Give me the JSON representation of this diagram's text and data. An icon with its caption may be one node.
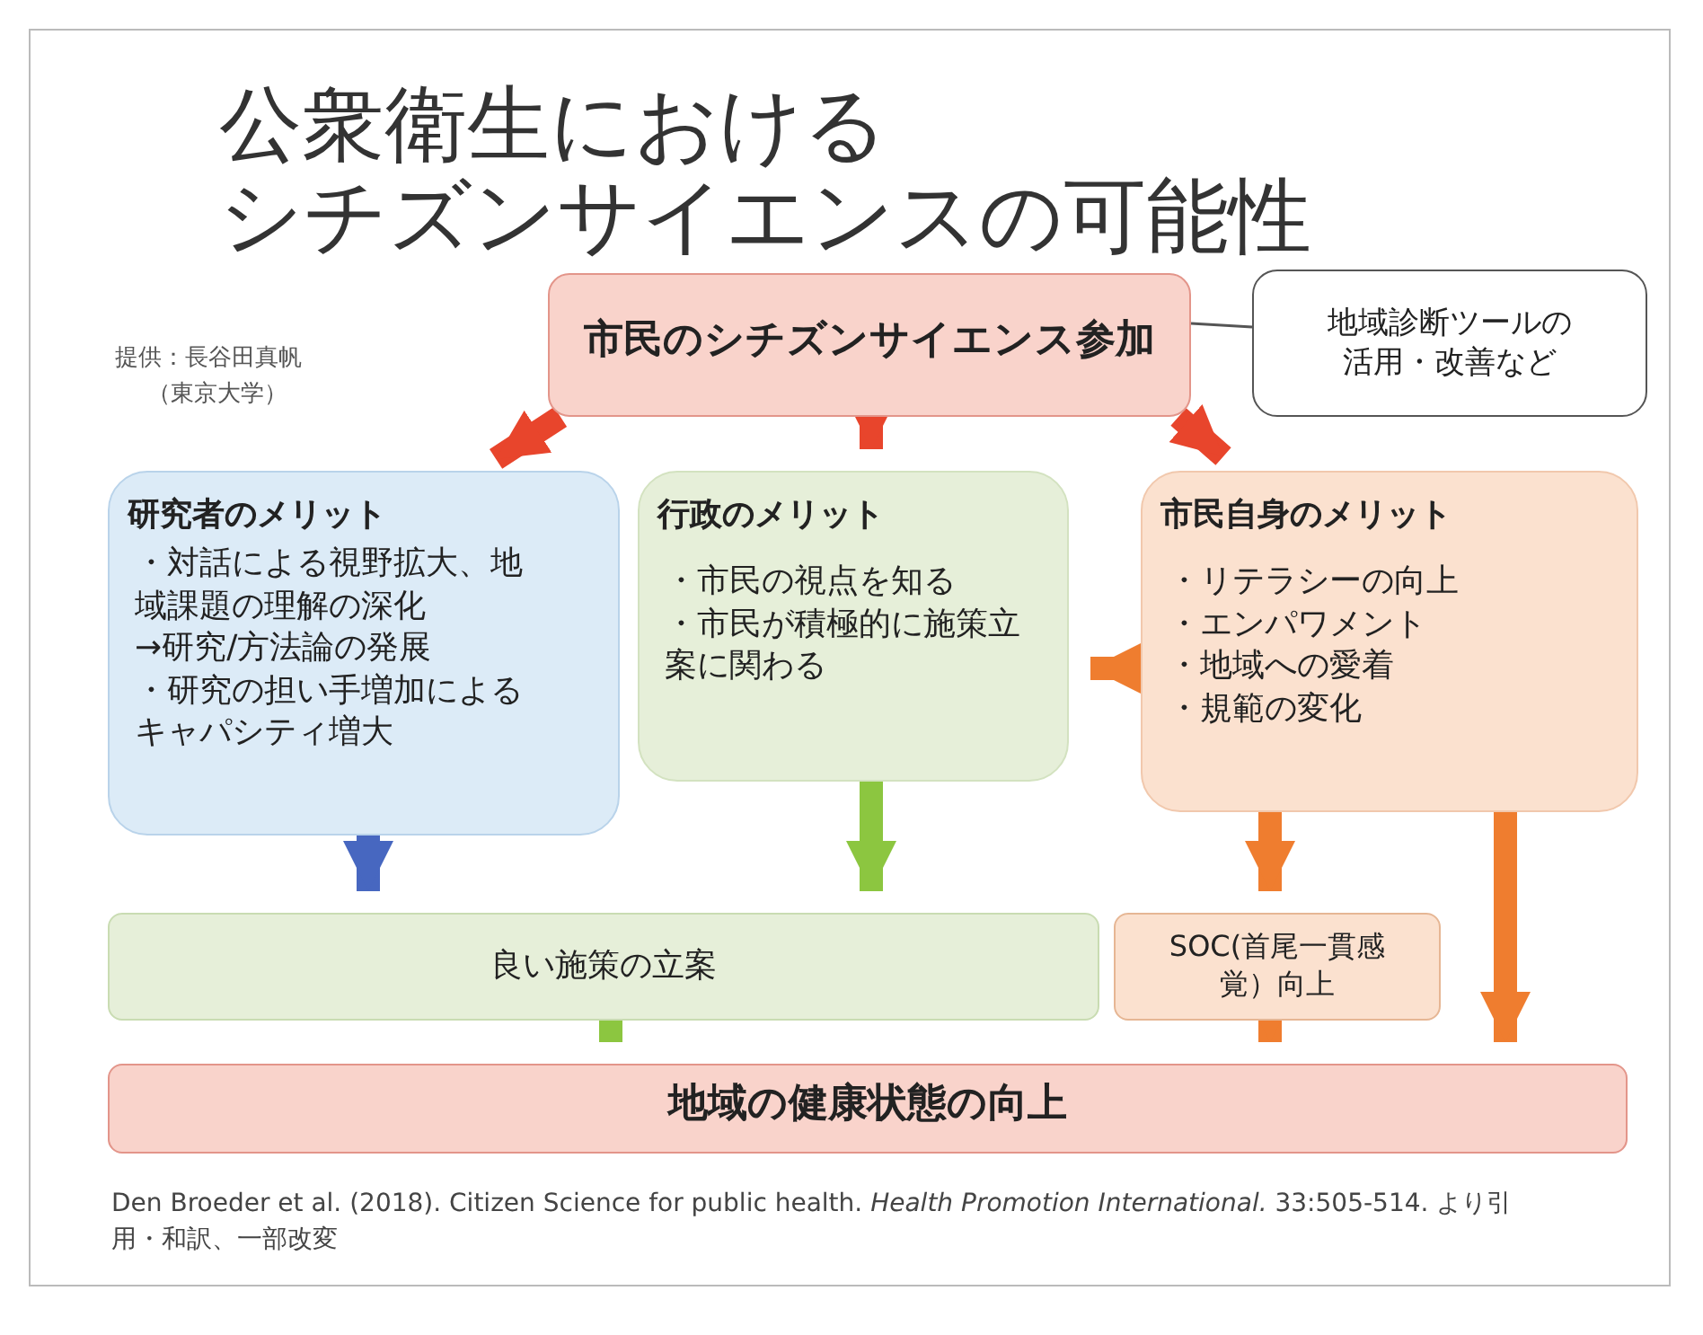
{
  "diagram": {
    "title": "公衆衛生におけるシチズンサイエンスの可能性",
    "caption": "Den Broeder et al. (2018). Citizen Science for public health. *Health Promotion International.* 33:505-514. より引用・和訳、一部改変",
    "nodes": [
      {
        "text": [
          "市民のシチズンサイエンス参加"
        ]
      },
      {
        "text": [
          "地域診断ツールの活用・改善など"
        ]
      },
      {
        "text": [
          "研究者のメリット",
          "・対話による視野拡大、地域課題の理解の深化",
          "→研究/方法論の発展",
          "・研究の担い手増加によるキャパシティ増大"
        ]
      },
      {
        "text": [
          "行政のメリット",
          "・市民の視点を知る",
          "・市民が積極的に施策立案に関わる"
        ]
      },
      {
        "text": [
          "市民自身のメリット",
          "・リテラシーの向上",
          "・エンパワメント",
          "・地域への愛着",
          "・規範の変化"
        ]
      },
      {
        "text": [
          "良い施策の立案"
        ]
      },
      {
        "text": [
          "SOC(首尾一貫感覚）向上"
        ]
      },
      {
        "text": [
          "地域の健康状態の向上"
        ]
      }
    ],
    "edges": [
      {
        "from": 1,
        "to": 0,
        "arrow": "none",
        "color": "#555555"
      },
      {
        "from": 0,
        "to": 2,
        "arrow": "to",
        "color": "#e8452c"
      },
      {
        "from": 0,
        "to": 3,
        "arrow": "to",
        "color": "#e8452c"
      },
      {
        "from": 0,
        "to": 4,
        "arrow": "to",
        "color": "#e8452c"
      },
      {
        "from": 4,
        "to": 3,
        "arrow": "to",
        "color": "#ef7d2f"
      },
      {
        "from": 2,
        "to": 5,
        "arrow": "to",
        "color": "#4767c0"
      },
      {
        "from": 3,
        "to": 5,
        "arrow": "to",
        "color": "#8cc640"
      },
      {
        "from": 4,
        "to": 6,
        "arrow": "to",
        "color": "#ef7d2f"
      },
      {
        "from": 4,
        "to": 7,
        "arrow": "to",
        "color": "#ef7d2f"
      },
      {
        "from": 5,
        "to": 7,
        "arrow": "to",
        "color": "#8cc640"
      },
      {
        "from": 6,
        "to": 7,
        "arrow": "to",
        "color": "#ef7d2f"
      }
    ],
    "labels": [
      "提供：長谷田真帆",
      "（東京大学）"
    ]
  }
}
